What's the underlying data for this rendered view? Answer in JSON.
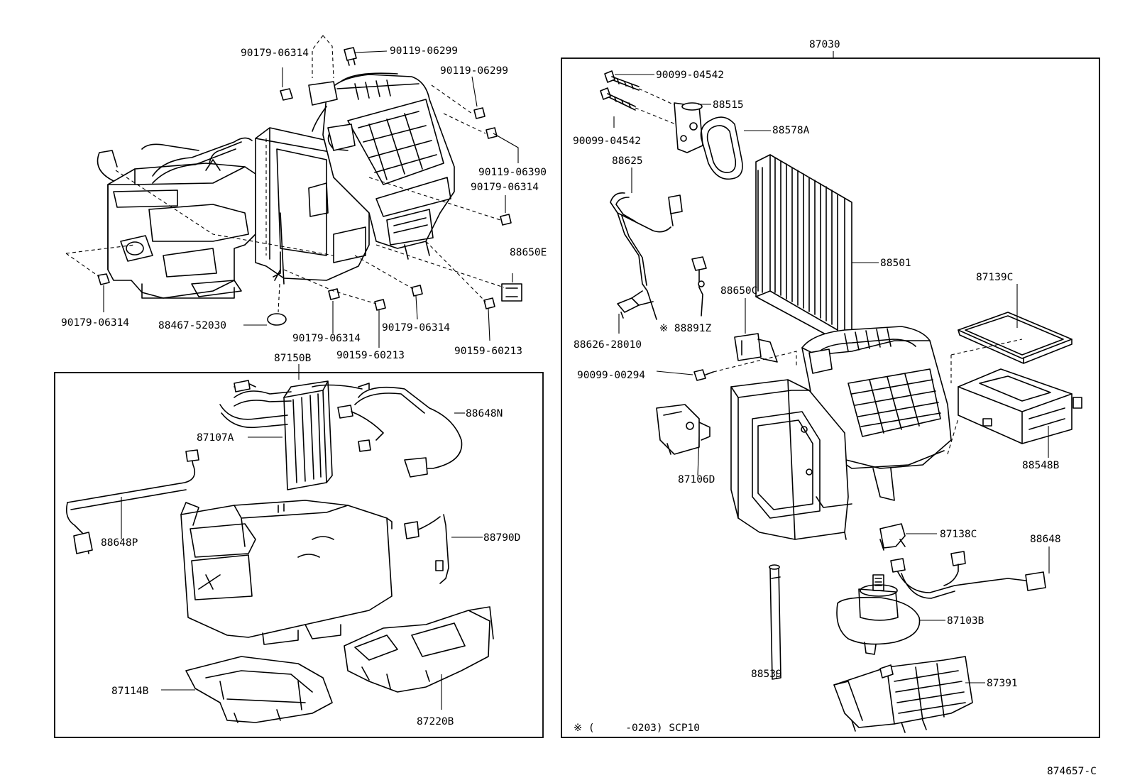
{
  "diagram": {
    "drawing_number": "874657-C",
    "note": "※ (     -0203) SCP10",
    "sections": {
      "upper_left": {
        "labels": {
          "l_90179_06314_a": "90179-06314",
          "l_90119_06299_a": "90119-06299",
          "l_90119_06299_b": "90119-06299",
          "l_90119_06390": "90119-06390",
          "l_90179_06314_b": "90179-06314",
          "l_88650E": "88650E",
          "l_90179_06314_c": "90179-06314",
          "l_88467_52030": "88467-52030",
          "l_90179_06314_d": "90179-06314",
          "l_90179_06314_e": "90179-06314",
          "l_90159_60213_a": "90159-60213",
          "l_90159_60213_b": "90159-60213"
        }
      },
      "lower_left_box": {
        "title": "87150B",
        "labels": {
          "l_88648N": "88648N",
          "l_87107A": "87107A",
          "l_88648P": "88648P",
          "l_88790D": "88790D",
          "l_87114B": "87114B",
          "l_87220B": "87220B"
        }
      },
      "right_box": {
        "title": "87030",
        "labels": {
          "l_90099_04542_a": "90099-04542",
          "l_88515": "88515",
          "l_90099_04542_b": "90099-04542",
          "l_88578A": "88578A",
          "l_88625": "88625",
          "l_88501": "88501",
          "l_87139C": "87139C",
          "l_88650C": "88650C",
          "l_88626_28010": "88626-28010",
          "l_88891Z": "※ 88891Z",
          "l_90099_00294": "90099-00294",
          "l_87106D": "87106D",
          "l_88548B": "88548B",
          "l_87138C": "87138C",
          "l_88648": "88648",
          "l_87103B": "87103B",
          "l_88539": "88539",
          "l_87391": "87391"
        }
      }
    }
  }
}
